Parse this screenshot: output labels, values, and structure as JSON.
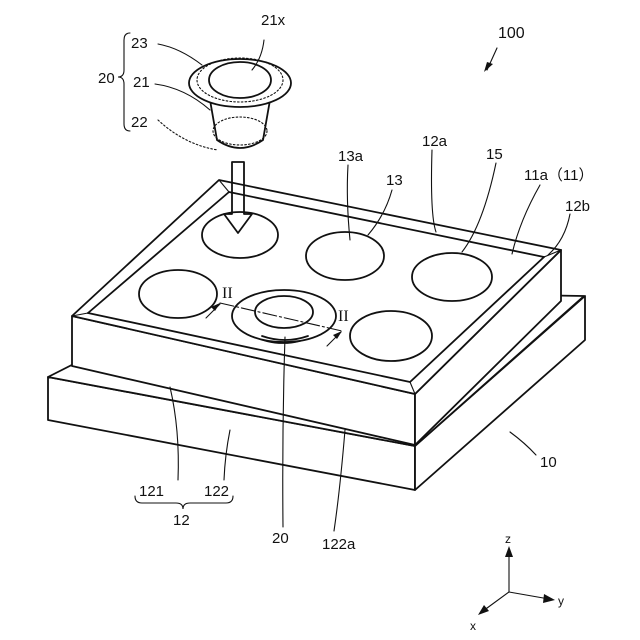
{
  "labels": {
    "ref_100": "100",
    "ref_21x": "21x",
    "ref_23": "23",
    "ref_20_group": "20",
    "ref_21": "21",
    "ref_22": "22",
    "ref_13a": "13a",
    "ref_12a": "12a",
    "ref_13": "13",
    "ref_15": "15",
    "ref_11a": "11a（11）",
    "ref_12b": "12b",
    "section_left": "II",
    "section_right": "II",
    "ref_121": "121",
    "ref_122": "122",
    "ref_12": "12",
    "ref_10": "10",
    "ref_20_bottom": "20",
    "ref_122a": "122a"
  },
  "axes": {
    "z": "z",
    "y": "y",
    "x": "x"
  }
}
